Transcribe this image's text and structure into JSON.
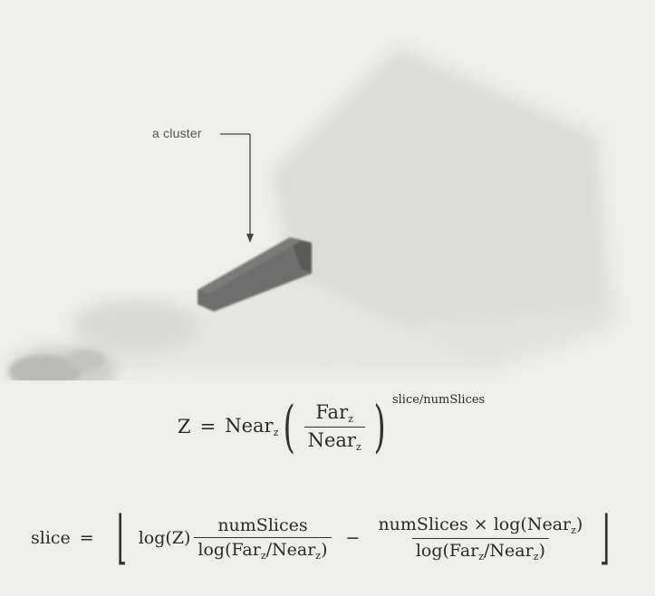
{
  "figure": {
    "cluster_label": "a cluster"
  },
  "equation_1": {
    "lhs": "Z",
    "equals": "=",
    "near": "Near",
    "sub_z": "z",
    "far": "Far",
    "exponent": "slice/numSlices"
  },
  "equation_2": {
    "lhs": "slice",
    "equals": "=",
    "log_z": "log(Z)",
    "num_slices": "numSlices",
    "den_log": "log(Far",
    "den_near": "/Near",
    "den_close": ")",
    "minus": "−",
    "num2": "numSlices × log(Near",
    "num2_close": ")"
  }
}
